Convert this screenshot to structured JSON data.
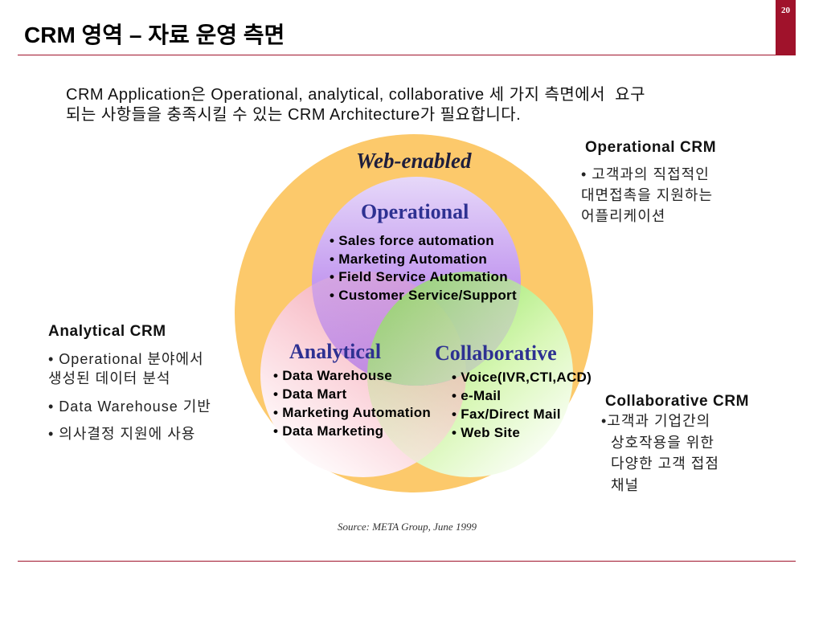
{
  "slide": {
    "title": "CRM 영역 – 자료 운영 측면",
    "page_number": "20",
    "intro": [
      "CRM Application은 Operational, analytical, collaborative 세 가지 측면에서  요구",
      "되는 사항들을 충족시킬 수 있는 CRM Architecture가 필요합니다."
    ]
  },
  "diagram": {
    "outer_label": "Web-enabled",
    "operational": {
      "title": "Operational",
      "items": [
        "• Sales force automation",
        "• Marketing Automation",
        "• Field Service Automation",
        "• Customer Service/Support"
      ]
    },
    "analytical": {
      "title": "Analytical",
      "items": [
        "• Data Warehouse",
        "• Data Mart",
        "• Marketing Automation",
        "• Data Marketing"
      ]
    },
    "collaborative": {
      "title": "Collaborative",
      "items": [
        "• Voice(IVR,CTI,ACD)",
        "• e-Mail",
        "• Fax/Direct Mail",
        "• Web Site"
      ]
    }
  },
  "notes": {
    "operational": {
      "heading": "Operational CRM",
      "lines": [
        "• 고객과의 직접적인",
        "대면접촉을 지원하는",
        "어플리케이션"
      ]
    },
    "analytical": {
      "heading": "Analytical CRM",
      "bullets": [
        [
          "• Operational 분야에서",
          "생성된 데이터 분석"
        ],
        [
          "• Data Warehouse 기반"
        ],
        [
          "• 의사결정 지원에 사용"
        ]
      ]
    },
    "collaborative": {
      "heading": "Collaborative CRM",
      "lines": [
        "•고객과 기업간의",
        "상호작용을 위한",
        "다양한 고객 접점",
        "채널"
      ]
    }
  },
  "source": "Source: META Group, June 1999",
  "colors": {
    "accent": "#A0122B",
    "web_enabled": "#FCC96B",
    "operational": "#A66BE8",
    "analytical": "#F2A0AD",
    "collaborative": "#8EE45A",
    "circle_titles": "#2E3192"
  }
}
